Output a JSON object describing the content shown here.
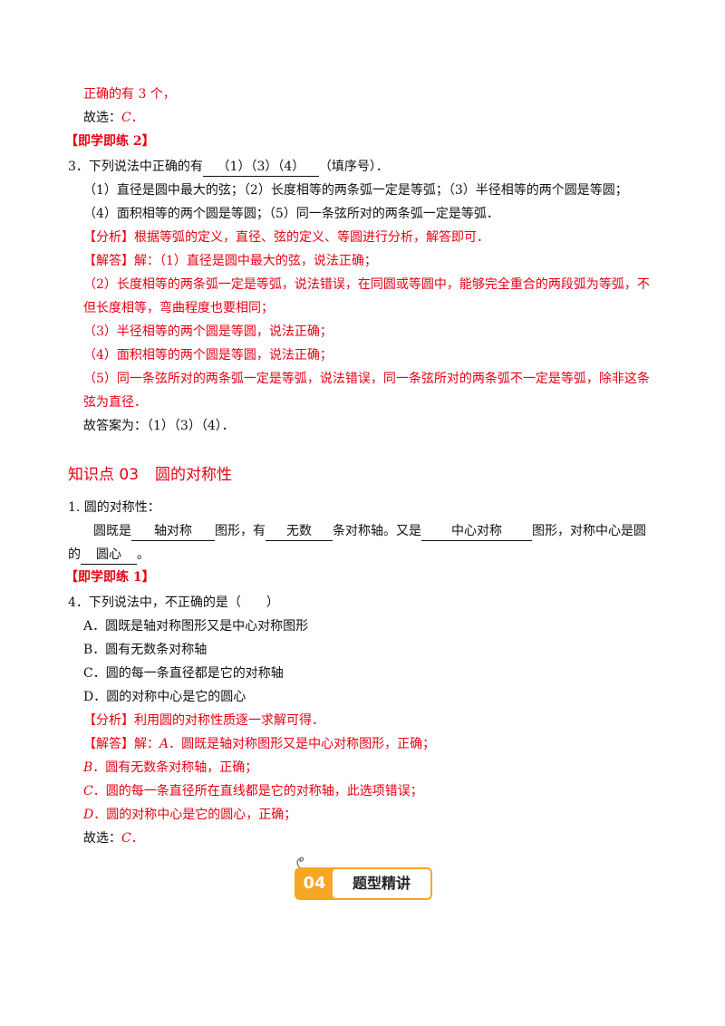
{
  "top": {
    "l1": "正确的有 3 个，",
    "l2_prefix": "故选：",
    "l2_choice": "C",
    "l2_end": "．"
  },
  "practice_label_1": "【即学即练 2】",
  "q3": {
    "stem_prefix": "3．下列说法中正确的有",
    "answer": "（1）（3）（4）",
    "stem_suffix": "（填序号）．",
    "opt_line1": "（1）直径是圆中最大的弦；（2）长度相等的两条弧一定是等弧；（3）半径相等的两个圆是等圆；",
    "opt_line2": "（4）面积相等的两个圆是等圆；（5）同一条弦所对的两条弧一定是等弧．",
    "analysis": "【分析】根据等弧的定义，直径、弦的定义、等圆进行分析，解答即可．",
    "sol1": "【解答】解：（1）直径是圆中最大的弦，说法正确；",
    "sol2a": "（2）长度相等的两条弧一定是等弧，说法错误，在同圆或等圆中，能够完全重合的两段弧为等弧，不",
    "sol2b": "但长度相等，弯曲程度也要相同；",
    "sol3": "（3）半径相等的两个圆是等圆，说法正确；",
    "sol4": "（4）面积相等的两个圆是等圆，说法正确；",
    "sol5a": "（5）同一条弦所对的两条弧一定是等弧，说法错误，同一条弦所对的两条弧不一定是等弧，除非这条",
    "sol5b": "弦为直径．",
    "final": "故答案为：（1）（3）（4）．"
  },
  "section": {
    "num": "知识点 03",
    "title": "圆的对称性"
  },
  "point1": {
    "title": "1. 圆的对称性：",
    "p1_a": "圆既是",
    "blank1": "轴对称",
    "p1_b": "图形，有",
    "blank2": "无数",
    "p1_c": "条对称轴。又是",
    "blank3": "中心对称",
    "p1_d": "图形，对称中心是圆",
    "p2_a": "的",
    "blank4": "圆心",
    "p2_b": "。"
  },
  "practice_label_2": "【即学即练 1】",
  "q4": {
    "stem": "4．下列说法中，不正确的是（　　）",
    "optA": "A．圆既是轴对称图形又是中心对称图形",
    "optB": "B．圆有无数条对称轴",
    "optC": "C．圆的每一条直径都是它的对称轴",
    "optD": "D．圆的对称中心是它的圆心",
    "analysis": "【分析】利用圆的对称性质逐一求解可得．",
    "sol_label": "【解答】解：",
    "solA_letter": "A",
    "solA_text": "．圆既是轴对称图形又是中心对称图形，正确；",
    "solB_letter": "B",
    "solB_text": "．圆有无数条对称轴，正确；",
    "solC_letter": "C",
    "solC_text": "．圆的每一条直径所在直线都是它的对称轴，此选项错误；",
    "solD_letter": "D",
    "solD_text": "．圆的对称中心是它的圆心，正确；",
    "final_prefix": "故选：",
    "final_choice": "C",
    "final_end": "．"
  },
  "badge": {
    "num": "04",
    "label": "题型精讲"
  },
  "colors": {
    "answer_red": "#e60012",
    "badge_orange": "#f5a623"
  }
}
